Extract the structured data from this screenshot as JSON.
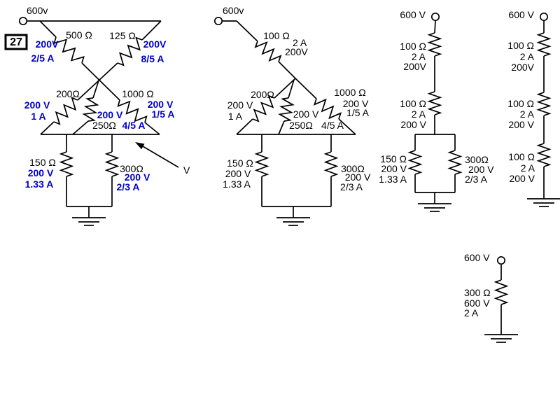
{
  "problem_number": "27",
  "colors": {
    "result_blue": "#0000cc",
    "ink": "#000000"
  },
  "c1": {
    "source": "600v",
    "probe": "V",
    "r500": {
      "ohms": "500 Ω",
      "volts": "200V",
      "amps": "2/5 A"
    },
    "r125": {
      "ohms": "125 Ω",
      "volts": "200V",
      "amps": "8/5 A"
    },
    "r200": {
      "ohms": "200Ω",
      "volts": "200 V",
      "amps": "1 A"
    },
    "r1000": {
      "ohms": "1000 Ω",
      "volts": "200 V",
      "amps": "1/5 A"
    },
    "r250": {
      "ohms": "250Ω",
      "volts": "200 V",
      "amps": "4/5 A"
    },
    "r150": {
      "ohms": "150 Ω",
      "volts": "200 V",
      "amps": "1.33 A"
    },
    "r300": {
      "ohms": "300Ω",
      "volts": "200 V",
      "amps": "2/3 A"
    }
  },
  "c2": {
    "source": "600v",
    "r100": {
      "ohms": "100 Ω",
      "amps": "2 A",
      "volts": "200V"
    },
    "r200": {
      "ohms": "200Ω",
      "volts": "200 V",
      "amps": "1 A"
    },
    "r1000": {
      "ohms": "1000 Ω",
      "volts": "200 V",
      "amps": "1/5 A"
    },
    "r250": {
      "ohms": "250Ω",
      "volts": "200 V",
      "amps": "4/5 A"
    },
    "r150": {
      "ohms": "150 Ω",
      "volts": "200 V",
      "amps": "1.33 A"
    },
    "r300": {
      "ohms": "300Ω",
      "volts": "200 V",
      "amps": "2/3 A"
    }
  },
  "c3": {
    "source": "600 V",
    "r100a": {
      "ohms": "100 Ω",
      "amps": "2 A",
      "volts": "200V"
    },
    "r100b": {
      "ohms": "100 Ω",
      "amps": "2 A",
      "volts": "200 V"
    },
    "r150": {
      "ohms": "150 Ω",
      "volts": "200 V",
      "amps": "1.33 A"
    },
    "r300": {
      "ohms": "300Ω",
      "volts": "200 V",
      "amps": "2/3 A"
    }
  },
  "c4": {
    "source": "600 V",
    "r100a": {
      "ohms": "100 Ω",
      "amps": "2 A",
      "volts": "200V"
    },
    "r100b": {
      "ohms": "100 Ω",
      "amps": "2 A",
      "volts": "200 V"
    },
    "r100c": {
      "ohms": "100 Ω",
      "amps": "2 A",
      "volts": "200 V"
    }
  },
  "c5": {
    "source": "600 V",
    "r300": {
      "ohms": "300 Ω",
      "volts": "600 V",
      "amps": "2 A"
    }
  }
}
